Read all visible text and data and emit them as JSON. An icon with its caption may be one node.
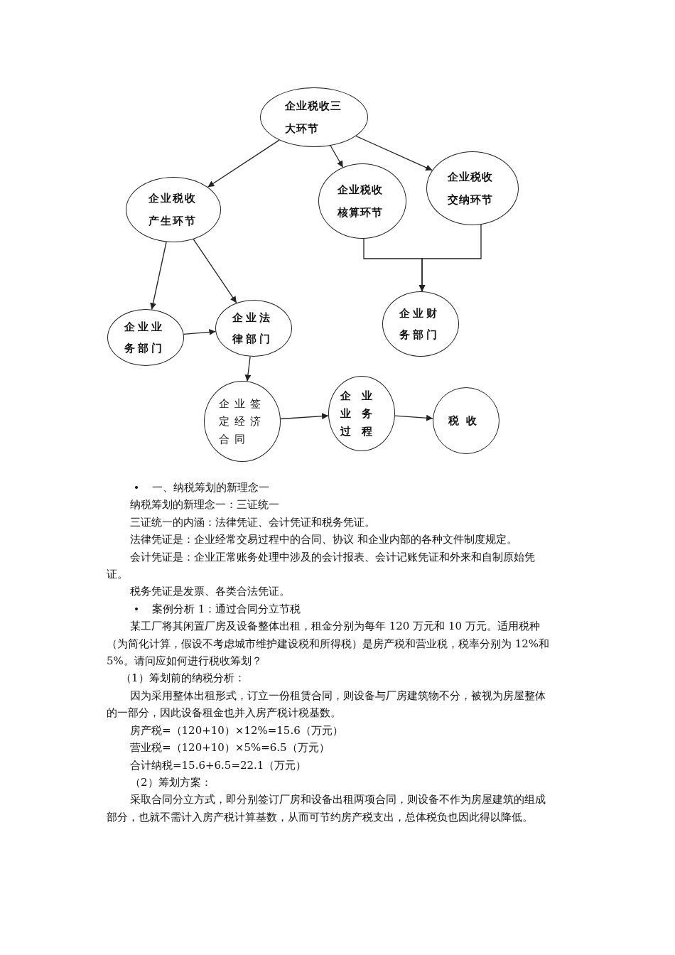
{
  "diagram": {
    "nodes": [
      {
        "text": [
          "企业税收三大环节"
        ]
      },
      {
        "text": [
          "企业税收产生环节"
        ]
      },
      {
        "text": [
          "企业税收核算环节"
        ]
      },
      {
        "text": [
          "企业税收交纳环节"
        ]
      },
      {
        "text": [
          "企业业务部门"
        ]
      },
      {
        "text": [
          "企业法律部门"
        ]
      },
      {
        "text": [
          "企业财务部门"
        ]
      },
      {
        "text": [
          "企业签定经济合同"
        ]
      },
      {
        "text": [
          "企业业务过程"
        ]
      },
      {
        "text": [
          "税收"
        ]
      }
    ],
    "edges": [
      {
        "from": 0,
        "to": 1,
        "arrow": "to"
      },
      {
        "from": 0,
        "to": 2,
        "arrow": "to"
      },
      {
        "from": 0,
        "to": 3,
        "arrow": "to"
      },
      {
        "from": 1,
        "to": 4,
        "arrow": "to"
      },
      {
        "from": 1,
        "to": 5,
        "arrow": "to"
      },
      {
        "from": 4,
        "to": 5,
        "arrow": "to"
      },
      {
        "from": 2,
        "to": 6,
        "arrow": "to"
      },
      {
        "from": 3,
        "to": 6,
        "arrow": "to"
      },
      {
        "from": 5,
        "to": 7,
        "arrow": "to"
      },
      {
        "from": 7,
        "to": 8,
        "arrow": "to"
      },
      {
        "from": 8,
        "to": 9,
        "arrow": "to"
      }
    ],
    "labels": [
      "一、纳税筹划的新理念一",
      "纳税筹划的新理念一：三证统一",
      "三证统一的内涵：法律凭证、会计凭证和税务凭证。",
      "法律凭证是：企业经常交易过程中的合同、协议 和企业内部的各种文件制度规定。",
      "会计凭证是：企业正常账务处理中涉及的会计报表、会计记账凭证和外来和自制原始凭证。",
      "税务凭证是发票、各类合法凭证。",
      "案例分析 1：通过合同分立节税",
      "某工厂将其闲置厂房及设备整体出租，租金分别为每年 120 万元和 10 万元。适用税种（为简化计算，假设不考虑城市维护建设税和所得税）是房产税和营业税，税率分别为 12%和 5%。请问应如何进行税收筹划？",
      "（1）筹划前的纳税分析：",
      "因为采用整体出租形式，订立一份租赁合同，则设备与厂房建筑物不分，被视为房屋整体的一部分，因此设备租金也并入房产税计税基数。",
      "房产税=（120+10）×12%=15.6（万元）",
      "营业税=（120+10）×5%=6.5（万元）",
      "合计纳税=15.6+6.5=22.1（万元）",
      "（2）筹划方案：",
      "采取合同分立方式，即分别签订厂房和设备出租两项合同，则设备不作为房屋建筑的组成部分，也就不需计入房产税计算基数，从而可节约房产税支出，总体税负也因此得以降低。"
    ]
  }
}
